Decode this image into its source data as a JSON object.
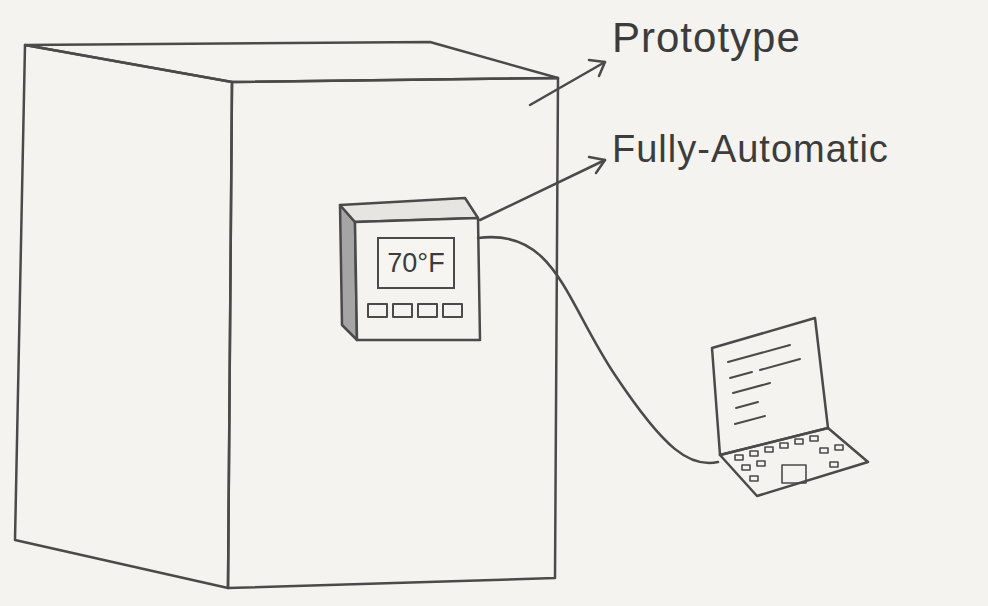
{
  "diagram": {
    "nodes": [
      {
        "text": [
          "70°F"
        ]
      }
    ],
    "labels": [
      "Prototype",
      "Fully-Automatic"
    ]
  }
}
